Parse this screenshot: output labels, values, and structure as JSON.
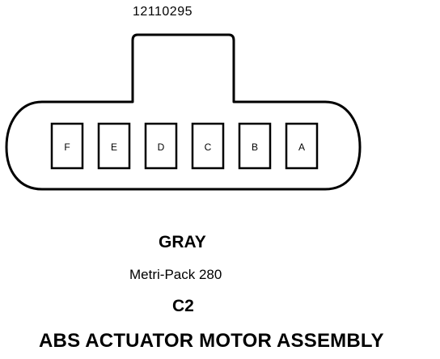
{
  "connector": {
    "part_number": "12110295",
    "color": "GRAY",
    "family": "Metri-Pack 280",
    "id": "C2",
    "component": "ABS ACTUATOR MOTOR ASSEMBLY",
    "pins": [
      "F",
      "E",
      "D",
      "C",
      "B",
      "A"
    ]
  }
}
